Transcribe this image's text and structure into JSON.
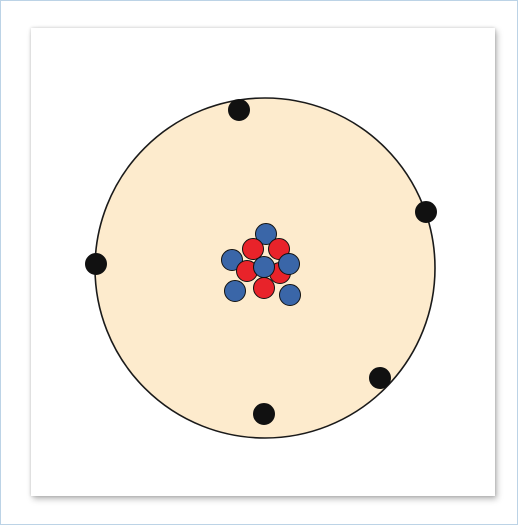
{
  "diagram": {
    "kind": "atom-model",
    "colors": {
      "background": "#ffffff",
      "card": "#ffffff",
      "electron_cloud": "#fdebcd",
      "cloud_outline": "#1a1a1a",
      "electron": "#111111",
      "proton": "#e8232a",
      "neutron": "#3a66a8",
      "particle_outline": "#111111"
    },
    "counts": {
      "electrons": 5,
      "protons": 5,
      "neutrons": 6
    }
  }
}
